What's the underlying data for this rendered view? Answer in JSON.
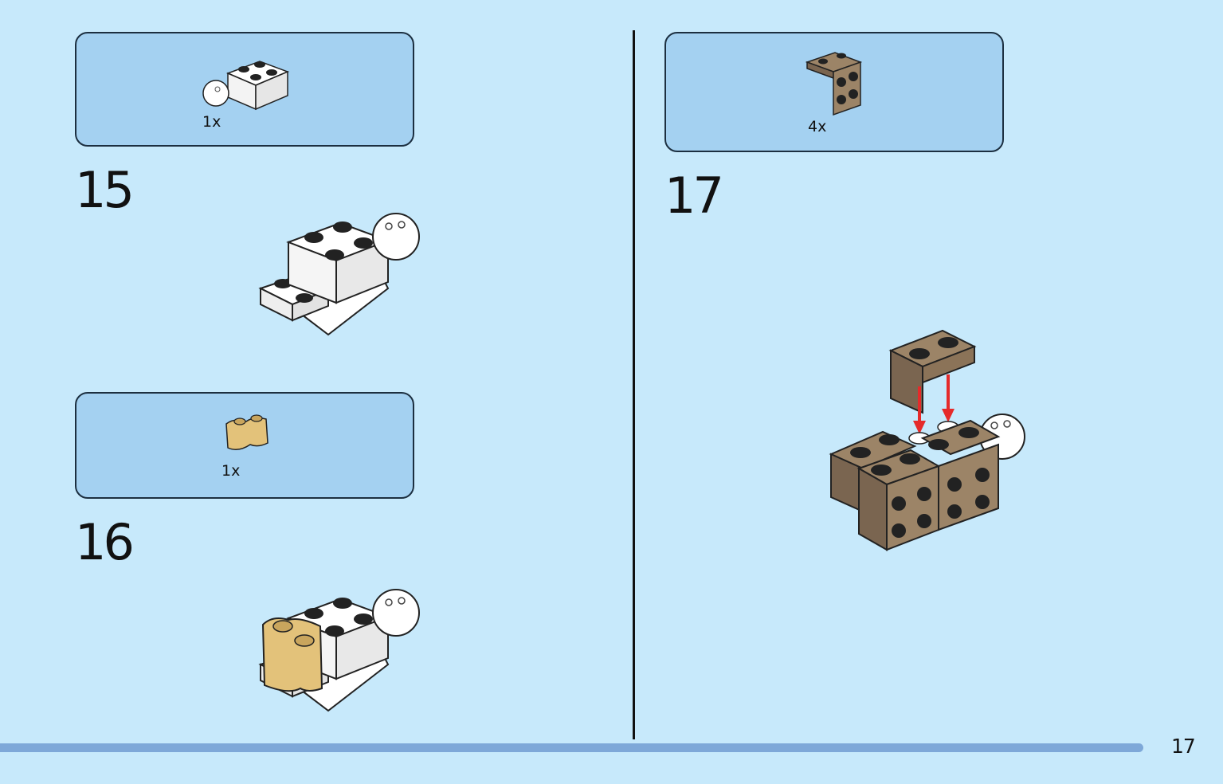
{
  "page": {
    "number": "17"
  },
  "colors": {
    "background": "#c7e9fb",
    "parts_box": "#a4d1f1",
    "progress_bar": "#7ea8d8",
    "arrow": "#e52a2a",
    "brick_white": "#ffffff",
    "brick_tan": "#e3c27a",
    "brick_brown": "#9c8467"
  },
  "steps": [
    {
      "number": "15",
      "parts": [
        {
          "name": "white-brick-with-ball-icon",
          "qty": "1x"
        }
      ]
    },
    {
      "number": "16",
      "parts": [
        {
          "name": "tan-curved-brick-icon",
          "qty": "1x"
        }
      ]
    },
    {
      "number": "17",
      "parts": [
        {
          "name": "brown-bracket-icon",
          "qty": "4x"
        }
      ]
    }
  ]
}
